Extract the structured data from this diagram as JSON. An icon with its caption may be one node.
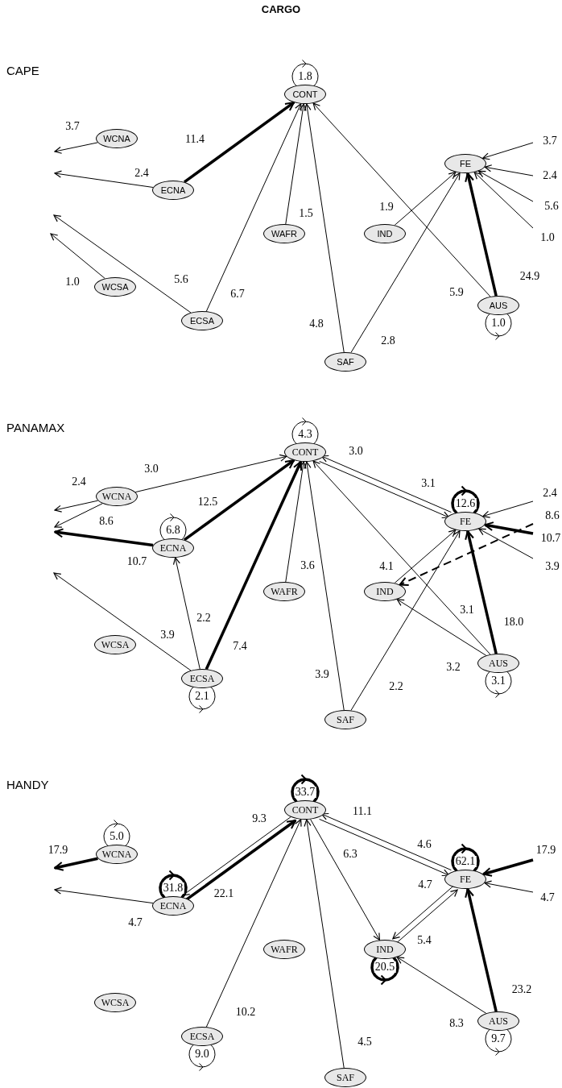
{
  "diagram": {
    "title": "CARGO",
    "nodes": [
      {
        "text": [
          "CONT"
        ]
      },
      {
        "text": [
          "WCNA"
        ]
      },
      {
        "text": [
          "ECNA"
        ]
      },
      {
        "text": [
          "FE"
        ]
      },
      {
        "text": [
          "WAFR"
        ]
      },
      {
        "text": [
          "IND"
        ]
      },
      {
        "text": [
          "WCSA"
        ]
      },
      {
        "text": [
          "ECSA"
        ]
      },
      {
        "text": [
          "AUS"
        ]
      },
      {
        "text": [
          "SAF"
        ]
      },
      {
        "text": [
          "CONT"
        ]
      },
      {
        "text": [
          "WCNA"
        ]
      },
      {
        "text": [
          "ECNA"
        ]
      },
      {
        "text": [
          "FE"
        ]
      },
      {
        "text": [
          "WAFR"
        ]
      },
      {
        "text": [
          "IND"
        ]
      },
      {
        "text": [
          "WCSA"
        ]
      },
      {
        "text": [
          "ECSA"
        ]
      },
      {
        "text": [
          "AUS"
        ]
      },
      {
        "text": [
          "SAF"
        ]
      },
      {
        "text": [
          "CONT"
        ]
      },
      {
        "text": [
          "WCNA"
        ]
      },
      {
        "text": [
          "ECNA"
        ]
      },
      {
        "text": [
          "FE"
        ]
      },
      {
        "text": [
          "WAFR"
        ]
      },
      {
        "text": [
          "IND"
        ]
      },
      {
        "text": [
          "WCSA"
        ]
      },
      {
        "text": [
          "ECSA"
        ]
      },
      {
        "text": [
          "AUS"
        ]
      },
      {
        "text": [
          "SAF"
        ]
      }
    ],
    "edges": [
      {
        "from": 0,
        "to": 0,
        "arrow": "to",
        "label": "1.8"
      },
      {
        "from": 1,
        "to": null,
        "arrow": "to",
        "label": "3.7"
      },
      {
        "from": 2,
        "to": null,
        "arrow": "to",
        "label": "2.4"
      },
      {
        "from": 2,
        "to": 0,
        "arrow": "to",
        "label": "11.4",
        "style": "thick"
      },
      {
        "from": 6,
        "to": null,
        "arrow": "to",
        "label": "1.0"
      },
      {
        "from": 7,
        "to": null,
        "arrow": "to",
        "label": "5.6"
      },
      {
        "from": 7,
        "to": 0,
        "arrow": "to",
        "label": "6.7"
      },
      {
        "from": 4,
        "to": 0,
        "arrow": "to",
        "label": "1.5"
      },
      {
        "from": 9,
        "to": 0,
        "arrow": "to",
        "label": "4.8"
      },
      {
        "from": 5,
        "to": 3,
        "arrow": "to",
        "label": "1.9"
      },
      {
        "from": 9,
        "to": 3,
        "arrow": "to",
        "label": "2.8"
      },
      {
        "from": 8,
        "to": 0,
        "arrow": "to",
        "label": "5.9"
      },
      {
        "from": 8,
        "to": 3,
        "arrow": "to",
        "label": "24.9",
        "style": "thick"
      },
      {
        "from": 8,
        "to": 8,
        "arrow": "to",
        "label": "1.0"
      },
      {
        "from": null,
        "to": 3,
        "arrow": "to",
        "label": "3.7"
      },
      {
        "from": null,
        "to": 3,
        "arrow": "to",
        "label": "2.4"
      },
      {
        "from": null,
        "to": 3,
        "arrow": "to",
        "label": "5.6"
      },
      {
        "from": null,
        "to": 3,
        "arrow": "to",
        "label": "1.0"
      },
      {
        "from": 10,
        "to": 10,
        "arrow": "to",
        "label": "4.3"
      },
      {
        "from": 11,
        "to": 10,
        "arrow": "to",
        "label": "3.0"
      },
      {
        "from": 11,
        "to": null,
        "arrow": "to",
        "label": "2.4"
      },
      {
        "from": 11,
        "to": null,
        "arrow": "to",
        "label": "8.6"
      },
      {
        "from": 12,
        "to": null,
        "arrow": "to",
        "label": "10.7",
        "style": "thick"
      },
      {
        "from": 12,
        "to": 12,
        "arrow": "to",
        "label": "6.8"
      },
      {
        "from": 12,
        "to": 10,
        "arrow": "to",
        "label": "12.5",
        "style": "thick"
      },
      {
        "from": 17,
        "to": null,
        "arrow": "to",
        "label": "3.9"
      },
      {
        "from": 17,
        "to": 12,
        "arrow": "to",
        "label": "2.2"
      },
      {
        "from": 17,
        "to": 10,
        "arrow": "to",
        "label": "7.4",
        "style": "thick"
      },
      {
        "from": 17,
        "to": 17,
        "arrow": "to",
        "label": "2.1"
      },
      {
        "from": 14,
        "to": 10,
        "arrow": "to",
        "label": "3.6"
      },
      {
        "from": 19,
        "to": 10,
        "arrow": "to",
        "label": "3.9"
      },
      {
        "from": 19,
        "to": 13,
        "arrow": "to",
        "label": "2.2"
      },
      {
        "from": 10,
        "to": 13,
        "arrow": "to",
        "label": "3.0"
      },
      {
        "from": 13,
        "to": 10,
        "arrow": "to",
        "label": "3.1"
      },
      {
        "from": 13,
        "to": 13,
        "arrow": "to",
        "label": "12.6",
        "style": "thick"
      },
      {
        "from": null,
        "to": 13,
        "arrow": "to",
        "label": "2.4"
      },
      {
        "from": null,
        "to": 13,
        "arrow": "to",
        "label": "8.6",
        "style": "thick"
      },
      {
        "from": null,
        "to": 15,
        "arrow": "to",
        "label": "10.7",
        "style": "dashed"
      },
      {
        "from": null,
        "to": 13,
        "arrow": "to",
        "label": "3.9"
      },
      {
        "from": 15,
        "to": 13,
        "arrow": "to",
        "label": "4.1"
      },
      {
        "from": 18,
        "to": 10,
        "arrow": "to",
        "label": "3.1"
      },
      {
        "from": 18,
        "to": 15,
        "arrow": "to",
        "label": "3.2"
      },
      {
        "from": 18,
        "to": 13,
        "arrow": "to",
        "label": "18.0",
        "style": "thick"
      },
      {
        "from": 18,
        "to": 18,
        "arrow": "to",
        "label": "3.1"
      },
      {
        "from": 20,
        "to": 20,
        "arrow": "to",
        "label": "33.7",
        "style": "thick"
      },
      {
        "from": 21,
        "to": 21,
        "arrow": "to",
        "label": "5.0"
      },
      {
        "from": 21,
        "to": null,
        "arrow": "to",
        "label": "17.9",
        "style": "thick"
      },
      {
        "from": 22,
        "to": null,
        "arrow": "to",
        "label": "4.7"
      },
      {
        "from": 22,
        "to": 22,
        "arrow": "to",
        "label": "31.8",
        "style": "thick"
      },
      {
        "from": 22,
        "to": 20,
        "arrow": "to",
        "label": "22.1",
        "style": "thick"
      },
      {
        "from": 20,
        "to": 22,
        "arrow": "to",
        "label": "9.3"
      },
      {
        "from": 27,
        "to": 20,
        "arrow": "to",
        "label": "10.2"
      },
      {
        "from": 27,
        "to": 27,
        "arrow": "to",
        "label": "9.0"
      },
      {
        "from": 29,
        "to": 20,
        "arrow": "to",
        "label": "4.5"
      },
      {
        "from": 20,
        "to": 25,
        "arrow": "to",
        "label": "6.3"
      },
      {
        "from": 20,
        "to": 23,
        "arrow": "to",
        "label": "11.1"
      },
      {
        "from": 23,
        "to": 20,
        "arrow": "to",
        "label": "4.6"
      },
      {
        "from": 23,
        "to": 23,
        "arrow": "to",
        "label": "62.1",
        "style": "thick"
      },
      {
        "from": 23,
        "to": 25,
        "arrow": "to",
        "label": "4.7"
      },
      {
        "from": 25,
        "to": 23,
        "arrow": "to",
        "label": "5.4"
      },
      {
        "from": 25,
        "to": 25,
        "arrow": "to",
        "label": "20.5",
        "style": "thick"
      },
      {
        "from": null,
        "to": 23,
        "arrow": "to",
        "label": "17.9",
        "style": "thick"
      },
      {
        "from": null,
        "to": 23,
        "arrow": "to",
        "label": "4.7"
      },
      {
        "from": 28,
        "to": 23,
        "arrow": "to",
        "label": "23.2",
        "style": "thick"
      },
      {
        "from": 28,
        "to": 25,
        "arrow": "to",
        "label": "8.3"
      },
      {
        "from": 28,
        "to": 28,
        "arrow": "to",
        "label": "9.7"
      }
    ],
    "labels": [
      "CAPE",
      "PANAMAX",
      "HANDY"
    ]
  }
}
